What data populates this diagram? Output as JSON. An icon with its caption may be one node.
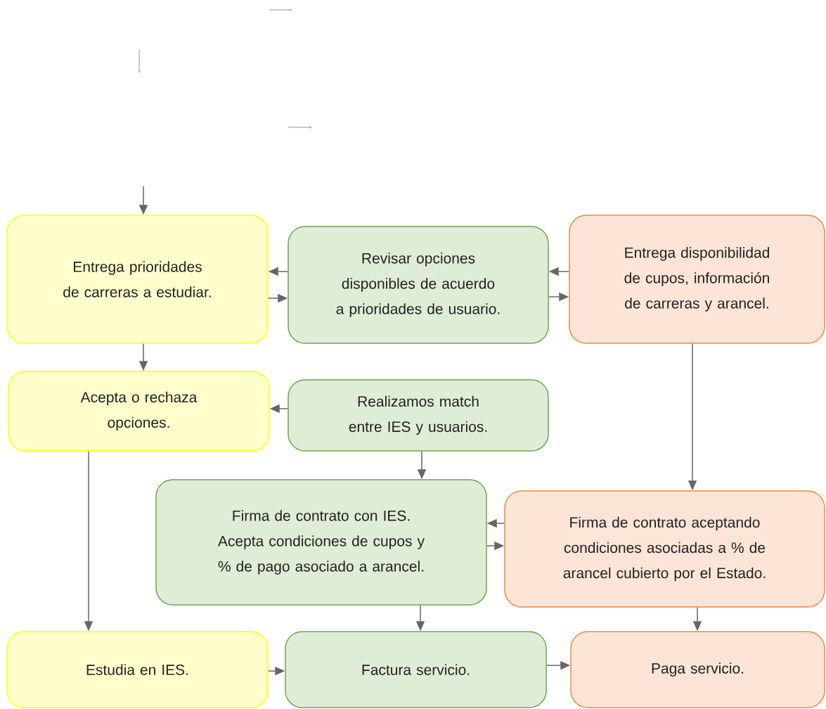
{
  "diagram": {
    "nodes": [
      {
        "text": [
          "Entrega prioridades de carreras a estudiar."
        ]
      },
      {
        "text": [
          "Revisar opciones disponibles de acuerdo a prioridades de usuario."
        ]
      },
      {
        "text": [
          "Entrega disponibilidad de cupos, información de carreras y arancel."
        ]
      },
      {
        "text": [
          "Acepta o rechaza opciones."
        ]
      },
      {
        "text": [
          "Realizamos match entre IES y usuarios."
        ]
      },
      {
        "text": [
          "Firma de contrato con IES. Acepta condiciones de cupos y % de pago asociado a arancel."
        ]
      },
      {
        "text": [
          "Firma de contrato aceptando condiciones asociadas a % de arancel cubierto por el Estado."
        ]
      },
      {
        "text": [
          "Estudia en IES."
        ]
      },
      {
        "text": [
          "Factura servicio."
        ]
      },
      {
        "text": [
          "Paga servicio."
        ]
      }
    ],
    "edges": [
      {
        "from": null,
        "to": 0,
        "arrow": "to"
      },
      {
        "from": 1,
        "to": 0,
        "arrow": "to"
      },
      {
        "from": 0,
        "to": 1,
        "arrow": "to"
      },
      {
        "from": 2,
        "to": 1,
        "arrow": "to"
      },
      {
        "from": 1,
        "to": 2,
        "arrow": "to"
      },
      {
        "from": 0,
        "to": 3,
        "arrow": "to"
      },
      {
        "from": 4,
        "to": 3,
        "arrow": "to"
      },
      {
        "from": 2,
        "to": 6,
        "arrow": "to"
      },
      {
        "from": 4,
        "to": 5,
        "arrow": "to"
      },
      {
        "from": 3,
        "to": 7,
        "arrow": "to"
      },
      {
        "from": 6,
        "to": 5,
        "arrow": "to"
      },
      {
        "from": 5,
        "to": 6,
        "arrow": "to"
      },
      {
        "from": 5,
        "to": 8,
        "arrow": "to"
      },
      {
        "from": 6,
        "to": 9,
        "arrow": "to"
      },
      {
        "from": 7,
        "to": 8,
        "arrow": "to"
      },
      {
        "from": 8,
        "to": 9,
        "arrow": "to"
      }
    ]
  }
}
